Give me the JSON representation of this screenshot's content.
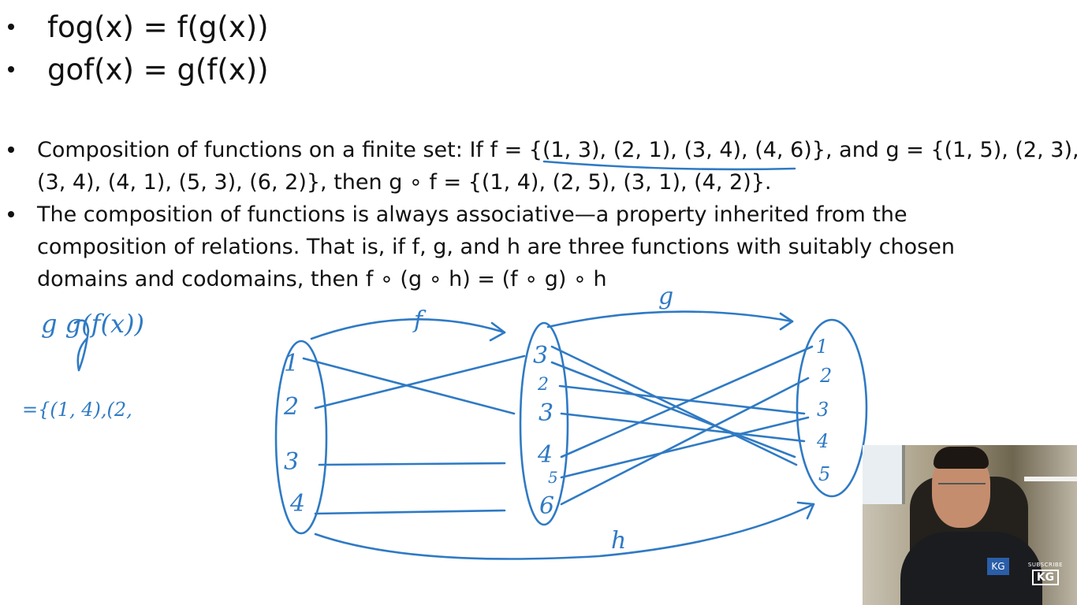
{
  "slide": {
    "top_bullets": [
      "fog(x) = f(g(x))",
      "gof(x) = g(f(x))"
    ],
    "para1": [
      "Composition of functions on a finite set: If f = {(1, 3), (2, 1), (3, 4), (4, 6)}, and g = {(1, 5), (2, 3),",
      "(3, 4), (4, 1), (5, 3), (6, 2)}, then g ∘ f = {(1, 4), (2, 5), (3, 1), (4, 2)}."
    ],
    "para2": [
      "The composition of functions is always associative—a property inherited from the",
      "composition of relations. That is, if f, g, and h are three functions with suitably chosen",
      "domains and codomains, then f ∘ (g ∘ h) = (f ∘ g) ∘ h"
    ]
  },
  "handwriting": {
    "left_expr": "g g(f(x))",
    "left_set": "={(1, 4),(2,",
    "label_f": "f",
    "label_g": "g",
    "label_h": "h",
    "set_a": [
      "1",
      "2",
      "3",
      "4"
    ],
    "set_b": [
      "3",
      "2",
      "3",
      "4",
      "5",
      "6"
    ],
    "set_c": [
      "1",
      "2",
      "3",
      "4",
      "5"
    ]
  },
  "webcam": {
    "badge": "KG",
    "subscribe_text": "SUBSCRIBE",
    "subscribe_logo": "KG"
  },
  "colors": {
    "ink": "#2f7ac4",
    "text": "#111111"
  }
}
